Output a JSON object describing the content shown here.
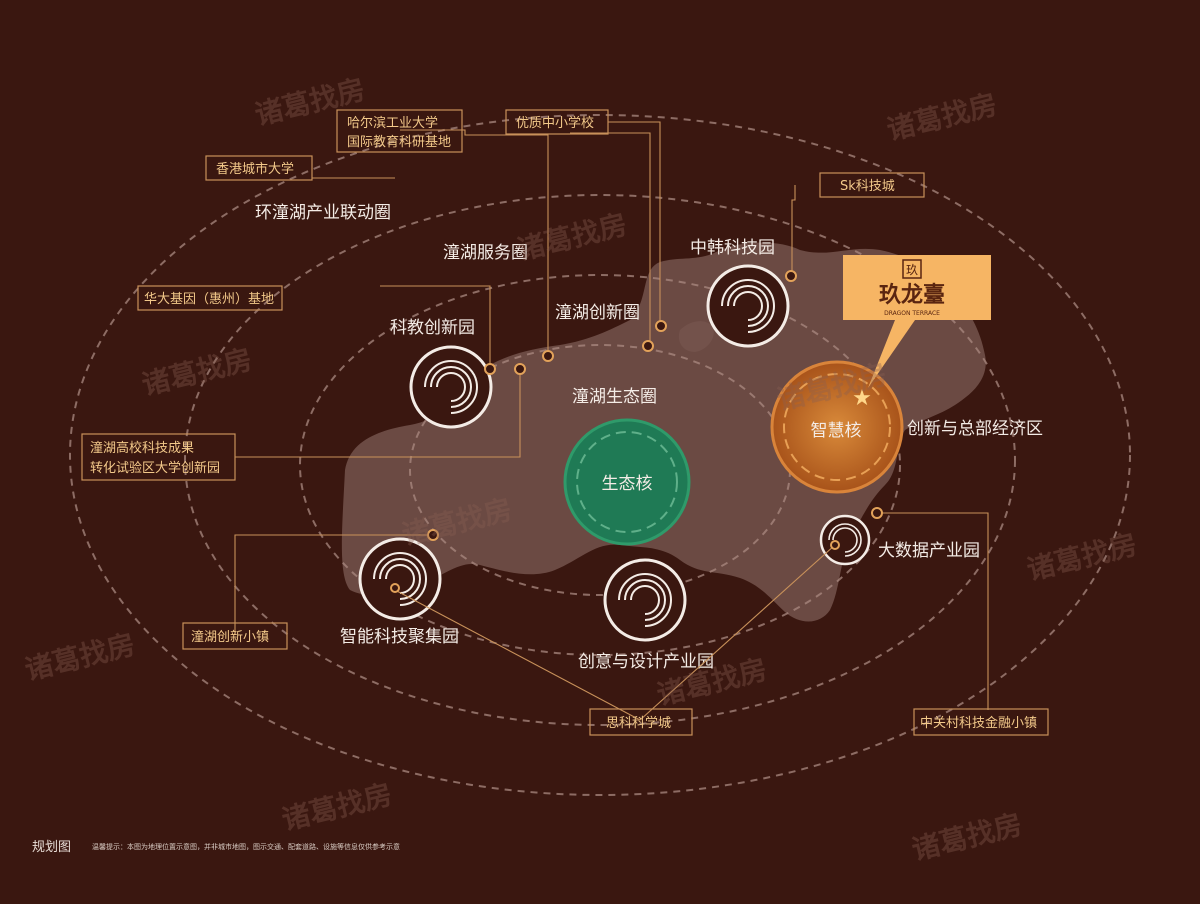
{
  "rings": [
    "环潼湖产业联动圈",
    "潼湖服务圈",
    "潼湖创新圈",
    "潼湖生态圈"
  ],
  "cores": {
    "eco": "生态核",
    "wisdom": "智慧核",
    "wisdom_zone": "创新与总部经济区"
  },
  "parks": {
    "kejiao": "科教创新园",
    "zhonghan": "中韩科技园",
    "zhineng": "智能科技聚集园",
    "chuangyi": "创意与设计产业园",
    "dashuju": "大数据产业园"
  },
  "callouts": {
    "hgd_line1": "哈尔滨工业大学",
    "hgd_line2": "国际教育科研基地",
    "school": "优质中小学校",
    "hk_city_u": "香港城市大学",
    "sk": "Sk科技城",
    "huada": "华大基因（惠州）基地",
    "tonghu_line1": "潼湖高校科技成果",
    "tonghu_line2": "转化试验区大学创新园",
    "chuangxin_town": "潼湖创新小镇",
    "sike": "思科科学城",
    "zgc": "中关村科技金融小镇"
  },
  "brand": {
    "name": "玖龙臺",
    "sub": "DRAGON TERRACE",
    "emblem": "玖"
  },
  "footer": {
    "title": "规划图",
    "note": "温馨提示：本图为地理位置示意图，并非城市地图，图示交通、配套道路、设施等信息仅供参考示意"
  },
  "watermark": "诸葛找房",
  "colors": {
    "bg": "#3a1710",
    "lake": "#74544c",
    "eco": "#1f7a55",
    "wisdom": "#c26b1e",
    "accent": "#c8915a"
  }
}
